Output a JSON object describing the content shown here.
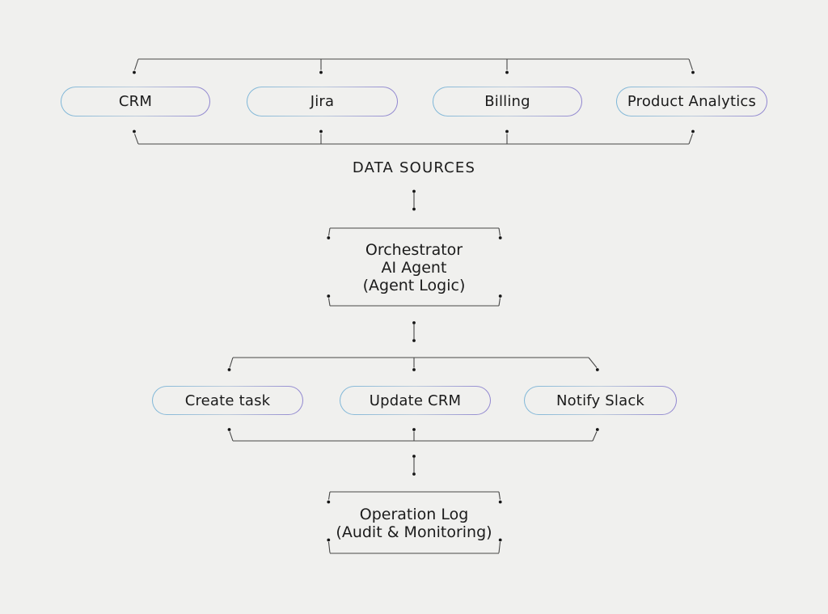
{
  "diagram": {
    "colors": {
      "background": "#f0f0ee",
      "line": "#474747",
      "dot": "#161616",
      "text": "#1b1b1b",
      "accent_start": "#7fb7d8",
      "accent_mid": "#bccbdb",
      "accent_end": "#9186d0"
    },
    "sources_label": "DATA SOURCES",
    "sources": [
      {
        "label": "CRM"
      },
      {
        "label": "Jira"
      },
      {
        "label": "Billing"
      },
      {
        "label": "Product Analytics"
      }
    ],
    "orchestrator": {
      "line1": "Orchestrator",
      "line2": "AI Agent",
      "line3": "(Agent Logic)"
    },
    "actions": [
      {
        "label": "Create task"
      },
      {
        "label": "Update CRM"
      },
      {
        "label": "Notify Slack"
      }
    ],
    "operation_log": {
      "line1": "Operation Log",
      "line2": "(Audit &amp; Monitoring)"
    }
  }
}
